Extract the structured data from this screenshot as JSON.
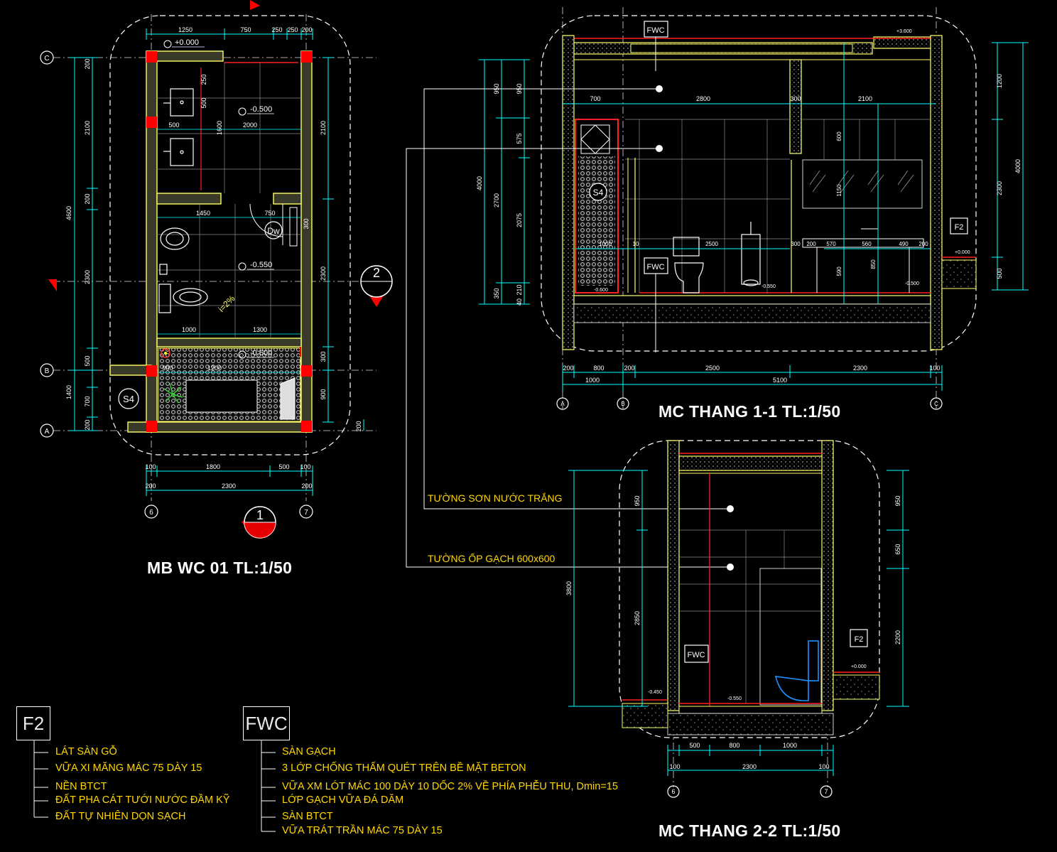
{
  "titles": {
    "plan": "MB WC 01  TL:1/50",
    "section_1": "MC THANG 1-1 TL:1/50",
    "section_2": "MC THANG 2-2 TL:1/50"
  },
  "wall_labels": {
    "paint": "TƯỜNG SƠN NƯỚC TRẮNG",
    "tile": "TƯỜNG ỐP GẠCH 600x600"
  },
  "legends": {
    "f2": {
      "code": "F2",
      "items": [
        "LÁT SÀN GỖ",
        "VỮA XI MĂNG MÁC 75 DÀY 15",
        "NỀN BTCT",
        "ĐẤT PHA CÁT TƯỚI NƯỚC ĐẦM KỸ",
        "ĐẤT TỰ NHIÊN DỌN SẠCH"
      ]
    },
    "fwc": {
      "code": "FWC",
      "items": [
        "SÀN GẠCH",
        "3 LỚP CHỐNG THẤM QUÉT TRÊN BỀ MẶT BETON",
        "VỮA XM LÓT MÁC 100 DÀY 10 DỐC 2% VỀ PHÍA PHỄU THU, Dmin=15",
        "LỚP GẠCH VỮA ĐÁ DĂM",
        "SÀN BTCT",
        "VỮA TRÁT TRẦN MÁC 75 DÀY 15"
      ]
    }
  },
  "plan": {
    "dims_top": [
      "1250",
      "750",
      "250",
      "250",
      "200"
    ],
    "dims_left": [
      "4600",
      "1400",
      "2100",
      "200",
      "2300",
      "500",
      "700",
      "200",
      "200"
    ],
    "dims_right": [
      "2100",
      "2300",
      "300",
      "900",
      "200"
    ],
    "dims_bottom": [
      "100",
      "1800",
      "500",
      "100",
      "2300",
      "200",
      "200"
    ],
    "inner_dims": [
      "500",
      "2000",
      "1450",
      "750",
      "1000",
      "1300",
      "900",
      "1200",
      "1600",
      "500",
      "250",
      "300"
    ],
    "levels": [
      "+0.000",
      "-0.500",
      "-0.550",
      "-0.600"
    ],
    "axes": [
      "C",
      "B",
      "A",
      "6",
      "7"
    ],
    "symbols": [
      "S4",
      "Dw",
      "i=2%"
    ],
    "section_marks": [
      "1",
      "2"
    ]
  },
  "section_1": {
    "tags": [
      "FWC",
      "FWC",
      "F2",
      "S4"
    ],
    "dims_top": [
      "700",
      "2800",
      "300",
      "2100"
    ],
    "dims_left": [
      "4000",
      "950",
      "950",
      "575",
      "2700",
      "2075",
      "350",
      "40",
      "210"
    ],
    "dims_right": [
      "1200",
      "2300",
      "500",
      "4000"
    ],
    "dims_bottom": [
      "200",
      "800",
      "200",
      "2500",
      "2300",
      "100",
      "1000",
      "5100"
    ],
    "inner_dims": [
      "1000",
      "10",
      "2500",
      "300",
      "200",
      "570",
      "560",
      "490",
      "200",
      "600",
      "1150",
      "590",
      "850"
    ],
    "levels": [
      "+3.600",
      "+0.000",
      "-0.600",
      "-0.550",
      "-0.500"
    ],
    "axes": [
      "A",
      "B",
      "C"
    ]
  },
  "section_2": {
    "tags": [
      "FWC",
      "F2"
    ],
    "dims_left": [
      "3800",
      "950",
      "2850"
    ],
    "dims_right": [
      "950",
      "650",
      "2200"
    ],
    "dims_bottom": [
      "500",
      "800",
      "1000",
      "100",
      "2300",
      "100"
    ],
    "levels": [
      "+0.000",
      "-0.450",
      "-0.550"
    ],
    "axes": [
      "6",
      "7"
    ]
  },
  "colors": {
    "background": "#000000",
    "dimension": "#00ffff",
    "wall": "#ffff66",
    "column": "#ff0000",
    "text": "#ffffff",
    "note": "#ffd700"
  }
}
